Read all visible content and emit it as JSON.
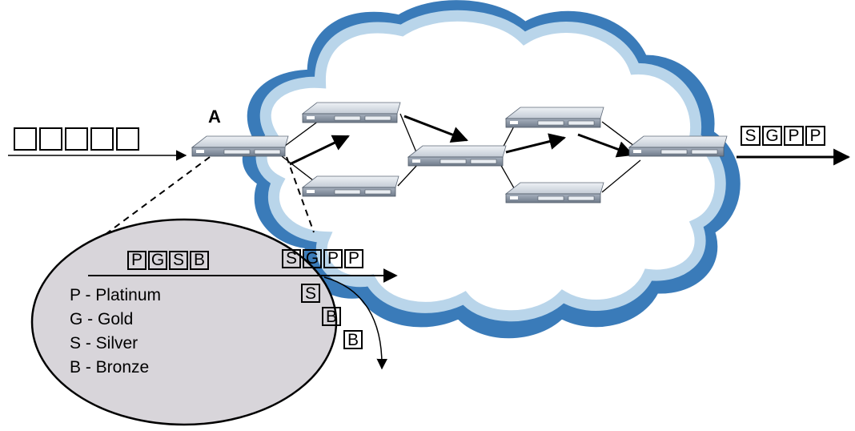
{
  "diagram": {
    "node_label_a": "A",
    "incoming_queue": [
      "",
      "",
      "",
      "",
      ""
    ],
    "outgoing_queue": [
      "S",
      "G",
      "P",
      "P"
    ],
    "inset": {
      "arriving_queue": [
        "P",
        "G",
        "S",
        "B"
      ],
      "forwarded_queue": [
        "S",
        "G",
        "P",
        "P"
      ],
      "diverted_queue": [
        "S",
        "B",
        "B"
      ],
      "legend": [
        "P - Platinum",
        "G - Gold",
        "S - Silver",
        "B - Bronze"
      ]
    }
  },
  "colors": {
    "cloud_fill": "#ffffff",
    "cloud_outline_light": "#b9d5ea",
    "cloud_outline_dark": "#2f74b5",
    "switch_top": "#dfe4ea",
    "switch_front": "#8d99a8",
    "inset_fill": "#d8d5da",
    "line": "#000000"
  }
}
